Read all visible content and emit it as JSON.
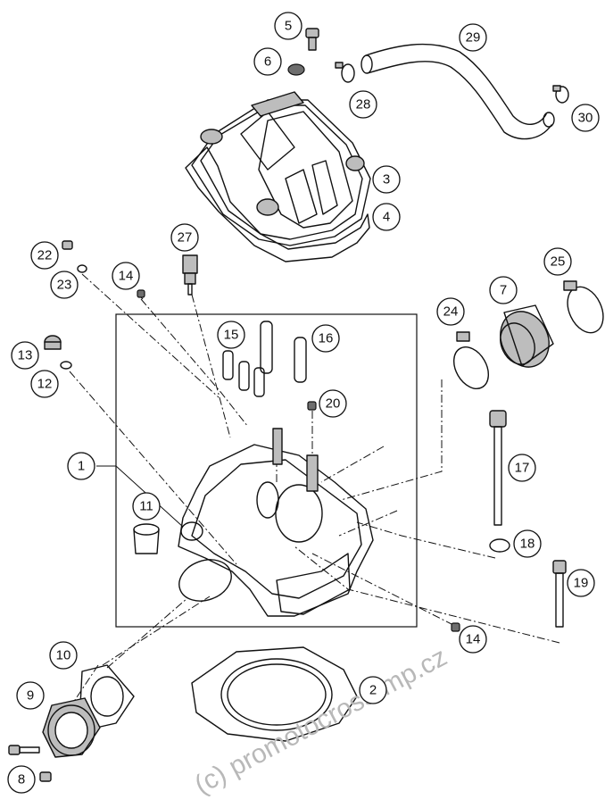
{
  "diagram": {
    "callouts": [
      {
        "id": "c1",
        "label": "1"
      },
      {
        "id": "c2",
        "label": "2"
      },
      {
        "id": "c3",
        "label": "3"
      },
      {
        "id": "c4",
        "label": "4"
      },
      {
        "id": "c5",
        "label": "5"
      },
      {
        "id": "c6",
        "label": "6"
      },
      {
        "id": "c7",
        "label": "7"
      },
      {
        "id": "c8",
        "label": "8"
      },
      {
        "id": "c9",
        "label": "9"
      },
      {
        "id": "c10",
        "label": "10"
      },
      {
        "id": "c11",
        "label": "11"
      },
      {
        "id": "c12",
        "label": "12"
      },
      {
        "id": "c13",
        "label": "13"
      },
      {
        "id": "c14a",
        "label": "14"
      },
      {
        "id": "c14b",
        "label": "14"
      },
      {
        "id": "c15",
        "label": "15"
      },
      {
        "id": "c16",
        "label": "16"
      },
      {
        "id": "c17",
        "label": "17"
      },
      {
        "id": "c18",
        "label": "18"
      },
      {
        "id": "c19",
        "label": "19"
      },
      {
        "id": "c20",
        "label": "20"
      },
      {
        "id": "c22",
        "label": "22"
      },
      {
        "id": "c23",
        "label": "23"
      },
      {
        "id": "c24",
        "label": "24"
      },
      {
        "id": "c25",
        "label": "25"
      },
      {
        "id": "c27",
        "label": "27"
      },
      {
        "id": "c28",
        "label": "28"
      },
      {
        "id": "c29",
        "label": "29"
      },
      {
        "id": "c30",
        "label": "30"
      }
    ],
    "watermark": "(c) promotocross-mp.cz"
  }
}
